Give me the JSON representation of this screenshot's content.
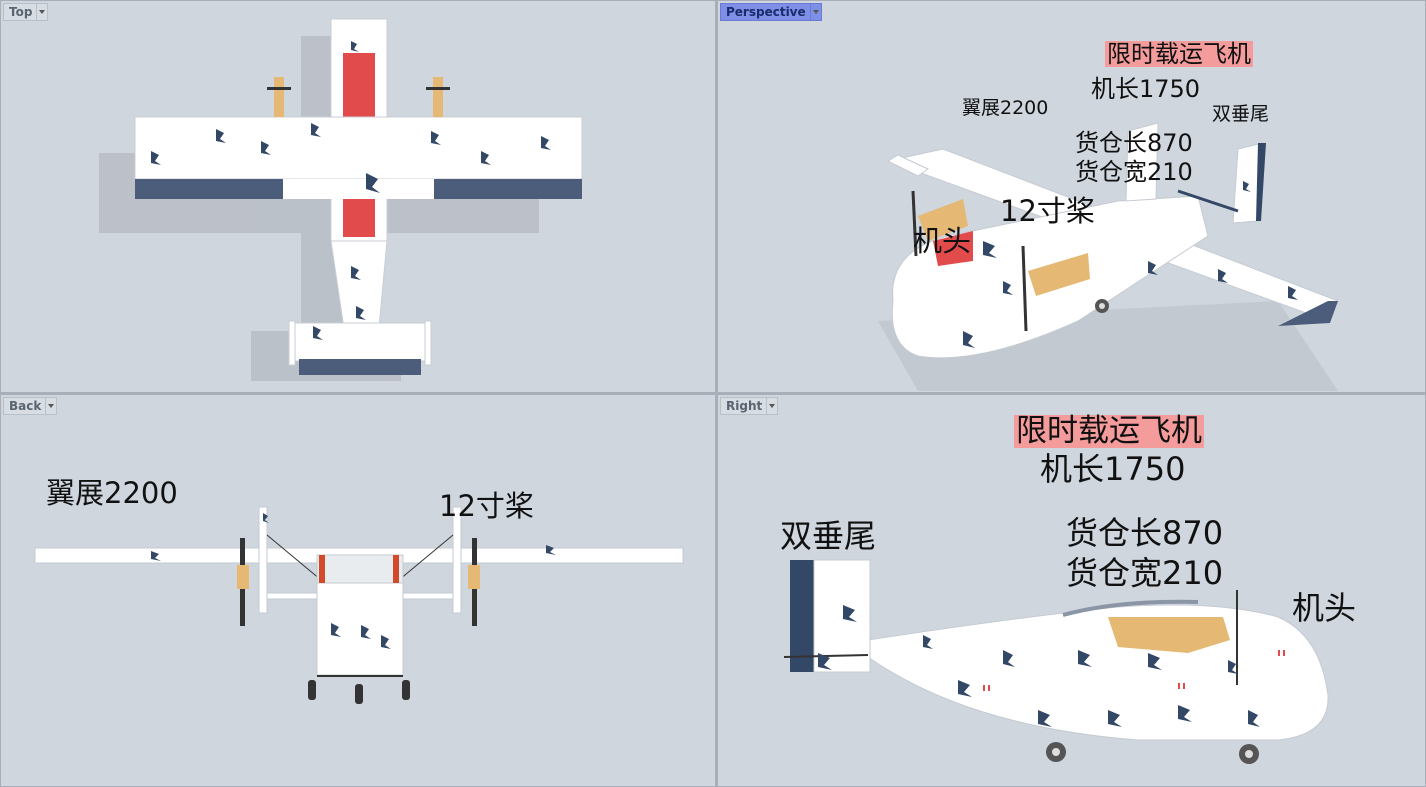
{
  "viewports": {
    "top": {
      "label": "Top",
      "active": false
    },
    "perspective": {
      "label": "Perspective",
      "active": true
    },
    "back": {
      "label": "Back",
      "active": false
    },
    "right": {
      "label": "Right",
      "active": false
    }
  },
  "annotations": {
    "title": "限时载运飞机",
    "length": "机长1750",
    "wingspan": "翼展2200",
    "twin_tail": "双垂尾",
    "cargo_length": "货仓长870",
    "cargo_width": "货仓宽210",
    "prop": "12寸桨",
    "nose": "机头"
  },
  "colors": {
    "viewport_bg": "#cfd6de",
    "active_tab": "#7d8fe6",
    "highlight": "#f49b9b",
    "navy": "#334766",
    "red": "#e24b4b",
    "wood": "#e5b873"
  }
}
